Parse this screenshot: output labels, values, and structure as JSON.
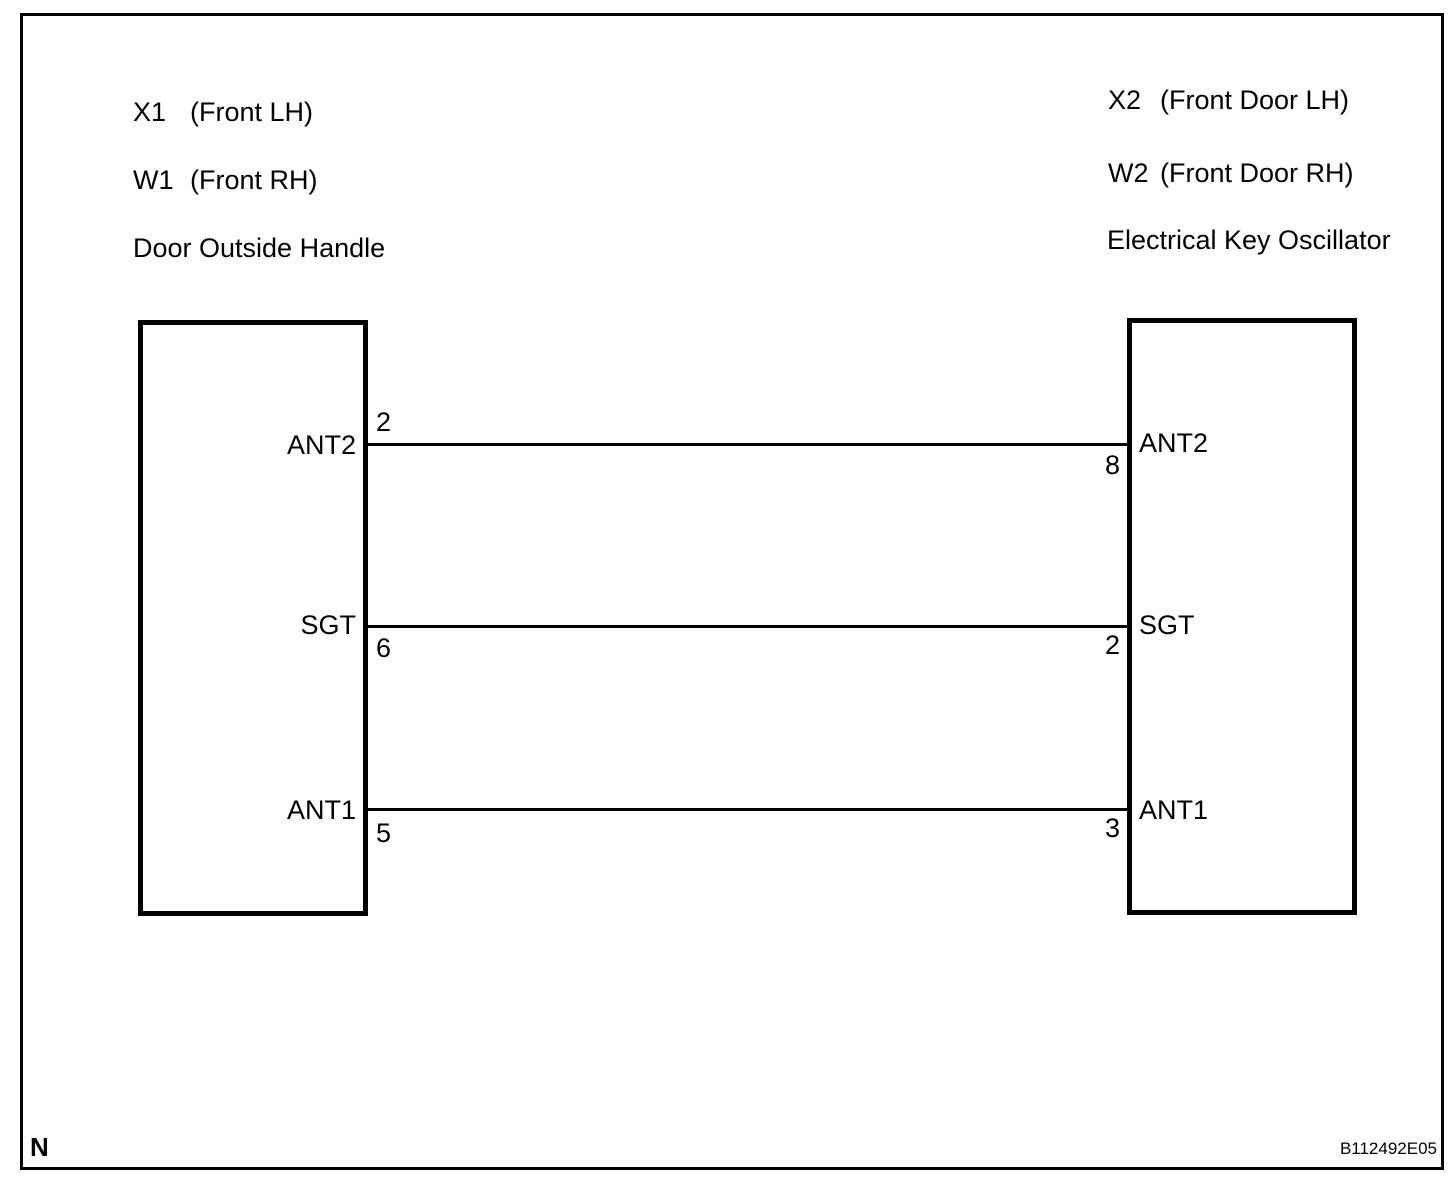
{
  "diagram": {
    "left_header": {
      "connectors": [
        {
          "code": "X1",
          "location": "(Front LH)"
        },
        {
          "code": "W1",
          "location": "(Front RH)"
        }
      ],
      "component": "Door Outside Handle"
    },
    "right_header": {
      "connectors": [
        {
          "code": "X2",
          "location": "(Front Door LH)"
        },
        {
          "code": "W2",
          "location": "(Front Door RH)"
        }
      ],
      "component": "Electrical Key Oscillator"
    },
    "left_box": {
      "pins": [
        {
          "label": "ANT2",
          "number": "2"
        },
        {
          "label": "SGT",
          "number": "6"
        },
        {
          "label": "ANT1",
          "number": "5"
        }
      ]
    },
    "right_box": {
      "pins": [
        {
          "label": "ANT2",
          "number": "8"
        },
        {
          "label": "SGT",
          "number": "2"
        },
        {
          "label": "ANT1",
          "number": "3"
        }
      ]
    },
    "wires": [
      {
        "name": "ANT2"
      },
      {
        "name": "SGT"
      },
      {
        "name": "ANT1"
      }
    ],
    "footer": {
      "note": "N",
      "doc_code": "B112492E05"
    },
    "colors": {
      "line": "#000000",
      "background": "#ffffff"
    }
  }
}
